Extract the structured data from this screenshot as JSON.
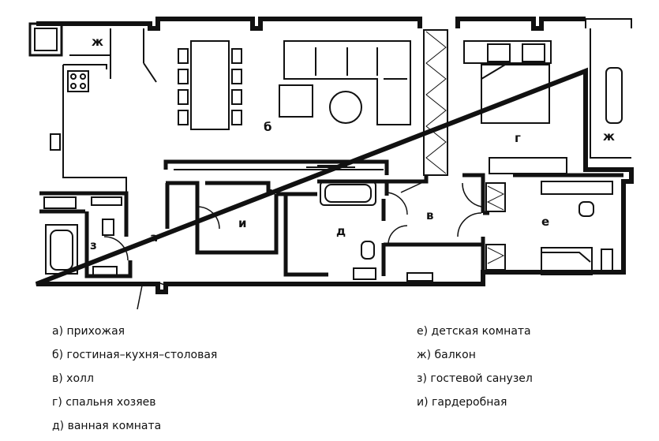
{
  "rooms": {
    "a": "а",
    "b": "б",
    "v": "в",
    "g": "г",
    "d": "д",
    "e": "е",
    "zh_left": "ж",
    "zh_right": "ж",
    "z": "з",
    "i": "и"
  },
  "legend": {
    "left": [
      "а)  прихожая",
      "б)  гостиная–кухня–столовая",
      "в)  холл",
      "г)  спальня хозяев",
      "д)  ванная комната"
    ],
    "right": [
      "е)  детская комната",
      "ж)  балкон",
      "з)  гостевой санузел",
      "и)  гардеробная"
    ]
  }
}
